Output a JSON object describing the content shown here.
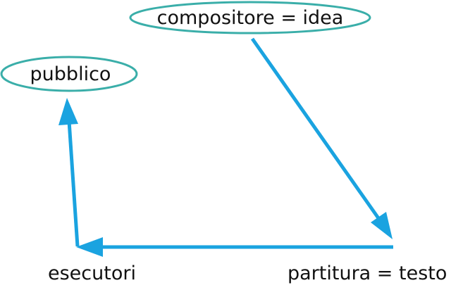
{
  "diagram": {
    "nodes": {
      "composer": "compositore = idea",
      "audience": "pubblico",
      "performers": "esecutori",
      "score": "partitura = testo"
    },
    "edges": [
      {
        "from": "composer",
        "to": "score"
      },
      {
        "from": "score",
        "to": "performers"
      },
      {
        "from": "performers",
        "to": "audience"
      }
    ],
    "colors": {
      "arrow": "#1aa3e0",
      "ellipse_border": "#3aaea9",
      "text": "#111111",
      "background": "#ffffff"
    }
  }
}
